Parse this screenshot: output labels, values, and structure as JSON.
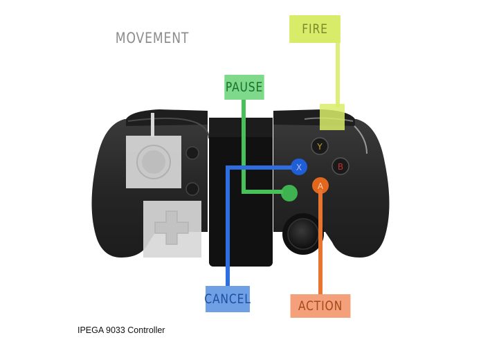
{
  "labels": {
    "movement": "MOVEMENT",
    "fire": "FIRE",
    "pause": "PAUSE",
    "cancel": "CANCEL",
    "action": "ACTION"
  },
  "buttons": {
    "y": "Y",
    "b": "B",
    "x": "X",
    "a": "A"
  },
  "caption": "IPEGA 9033 Controller",
  "colors": {
    "fire": "#d9ec6a",
    "pause": "#7ed98a",
    "cancel": "#6fa0e6",
    "action": "#f4a07a",
    "movement": "#c8c8c8",
    "controller_body": "#2b2b2b"
  }
}
